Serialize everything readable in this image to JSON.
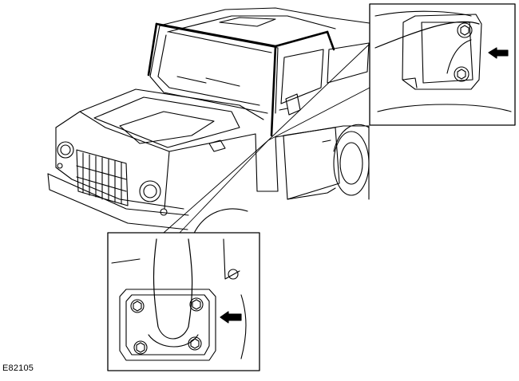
{
  "figure": {
    "reference_code": "E82105",
    "subject": "land-rover-defender-vehicle",
    "callouts": [
      {
        "id": "upper-detail",
        "shows": "roll-cage-rear-leg-mounting-bolts",
        "bolt_count": 2,
        "pointer": "arrow-left"
      },
      {
        "id": "lower-detail",
        "shows": "roll-cage-front-leg-mounting-plate-bolts",
        "bolt_count": 4,
        "pointer": "arrow-left"
      }
    ],
    "colors": {
      "line": "#000000",
      "background": "#ffffff",
      "arrow": "#000000"
    }
  }
}
